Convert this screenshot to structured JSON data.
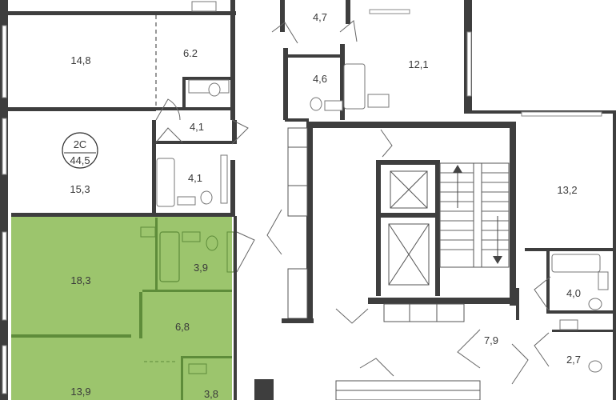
{
  "colors": {
    "wall": "#3e3e3e",
    "highlight": "#9cc56d",
    "highlight_border": "#5e8c3a",
    "background": "#ffffff",
    "text": "#3a3a3a"
  },
  "unit_badge": {
    "type": "2С",
    "area": "44,5"
  },
  "rooms": {
    "r_14_8": "14,8",
    "r_6_2": "6.2",
    "r_4_7": "4,7",
    "r_12_1": "12,1",
    "r_4_6": "4,6",
    "r_4_1a": "4,1",
    "r_15_3": "15,3",
    "r_4_1b": "4,1",
    "r_13_2": "13,2",
    "r_18_3": "18,3",
    "r_3_9": "3,9",
    "r_4_0": "4,0",
    "r_6_8": "6,8",
    "r_7_9": "7,9",
    "r_2_7": "2,7",
    "r_13_9": "13,9",
    "r_3_8": "3,8"
  }
}
